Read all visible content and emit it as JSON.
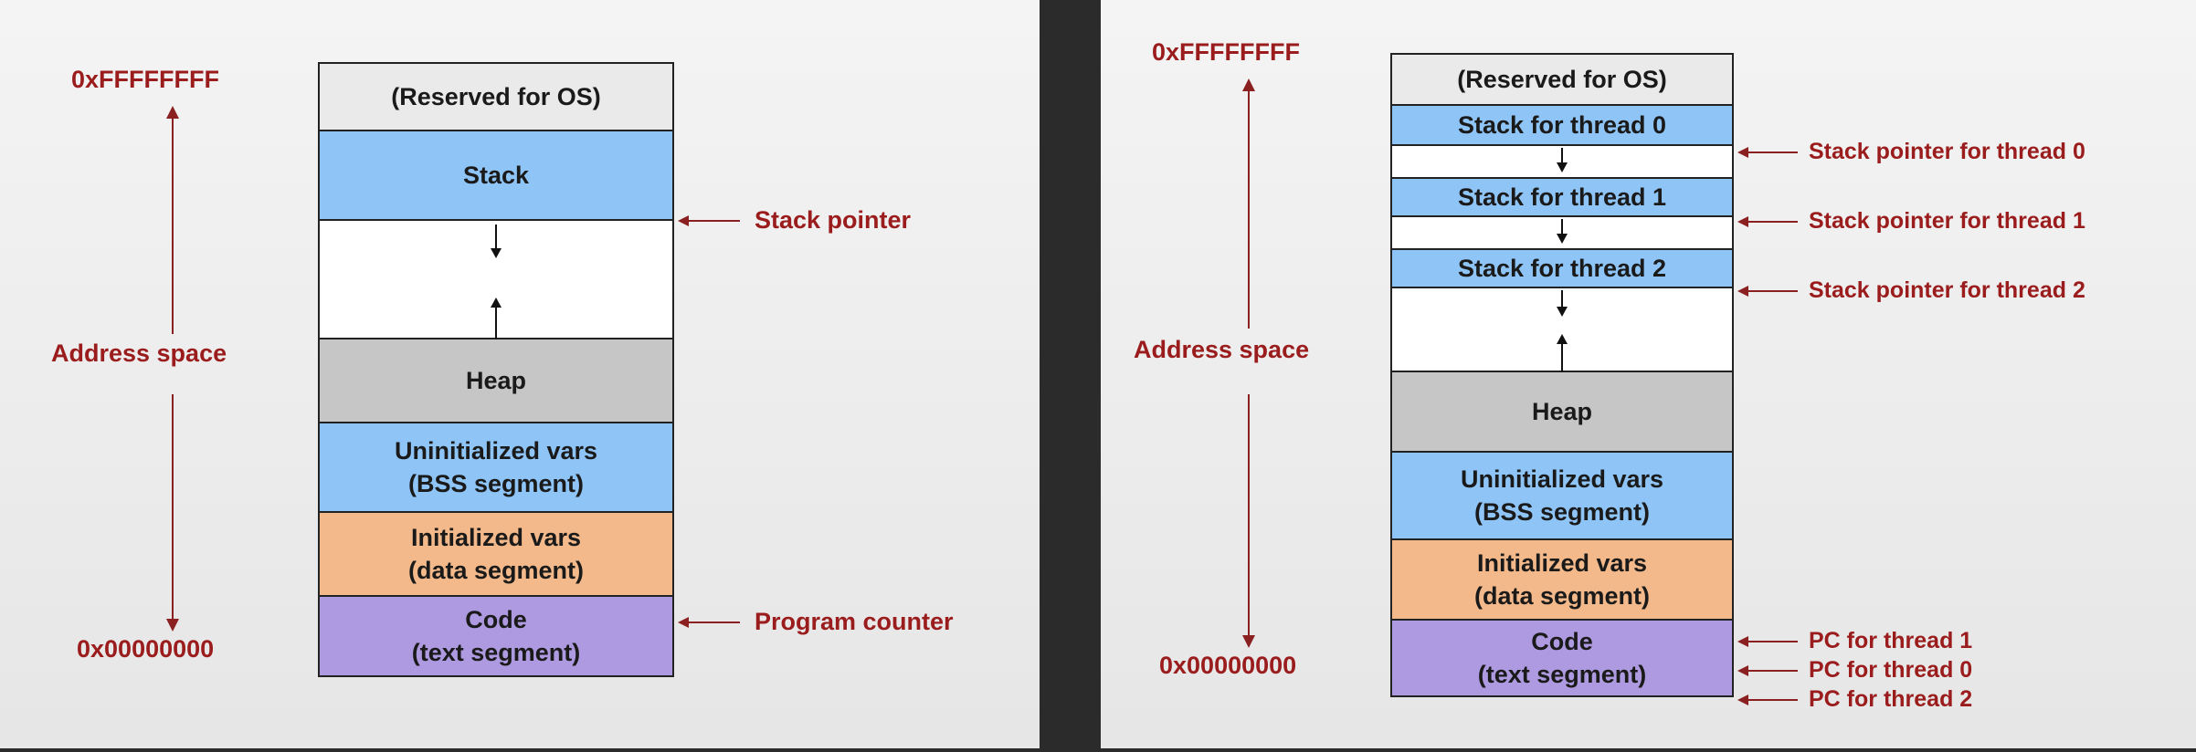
{
  "left": {
    "addr_top": "0xFFFFFFFF",
    "addr_bottom": "0x00000000",
    "address_space": "Address space",
    "segments": {
      "reserved": "(Reserved for OS)",
      "stack": "Stack",
      "heap": "Heap",
      "bss_line1": "Uninitialized vars",
      "bss_line2": "(BSS segment)",
      "data_line1": "Initialized vars",
      "data_line2": "(data segment)",
      "code_line1": "Code",
      "code_line2": "(text segment)"
    },
    "pointers": {
      "stack_pointer": "Stack pointer",
      "program_counter": "Program counter"
    }
  },
  "right": {
    "addr_top": "0xFFFFFFFF",
    "addr_bottom": "0x00000000",
    "address_space": "Address space",
    "segments": {
      "reserved": "(Reserved for OS)",
      "stack0": "Stack for thread 0",
      "stack1": "Stack for thread 1",
      "stack2": "Stack for thread 2",
      "heap": "Heap",
      "bss_line1": "Uninitialized vars",
      "bss_line2": "(BSS segment)",
      "data_line1": "Initialized vars",
      "data_line2": "(data segment)",
      "code_line1": "Code",
      "code_line2": "(text segment)"
    },
    "pointers": {
      "sp0": "Stack pointer for thread 0",
      "sp1": "Stack pointer for thread 1",
      "sp2": "Stack pointer for thread 2",
      "pc1": "PC for thread 1",
      "pc0": "PC for thread 0",
      "pc2": "PC for thread 2"
    }
  },
  "colors": {
    "label": "#9b1c1c",
    "stack": "#8ec4f6",
    "heap": "#c6c6c6",
    "data": "#f3b98a",
    "code": "#ae9ae0"
  }
}
